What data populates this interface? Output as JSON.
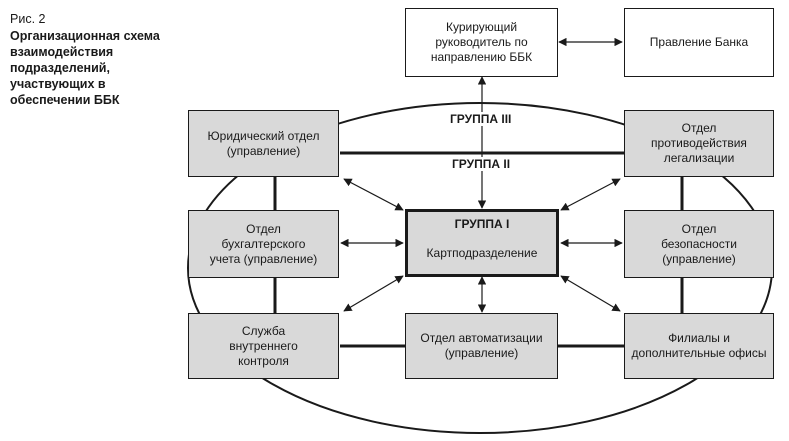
{
  "caption": {
    "figure": "Рис. 2",
    "title": "Организационная схема взаимодействия подразделений, участвующих в обеспечении ББК"
  },
  "nodes": {
    "curator": "Курирующий руководитель по направлению ББК",
    "board": "Правление Банка",
    "legal": "Юридический отдел (управление)",
    "aml": "Отдел противодействия легализации",
    "accounting": "Отдел бухгалтерского учета (управление)",
    "card_group": "ГРУППА I",
    "card": "Картподразделение",
    "security": "Отдел безопасности (управление)",
    "internal_control": "Служба внутреннего контроля",
    "automation": "Отдел автоматизации (управление)",
    "branches": "Филиалы и дополнительные офисы"
  },
  "groups": {
    "group3": "ГРУППА III",
    "group2": "ГРУППА II"
  }
}
